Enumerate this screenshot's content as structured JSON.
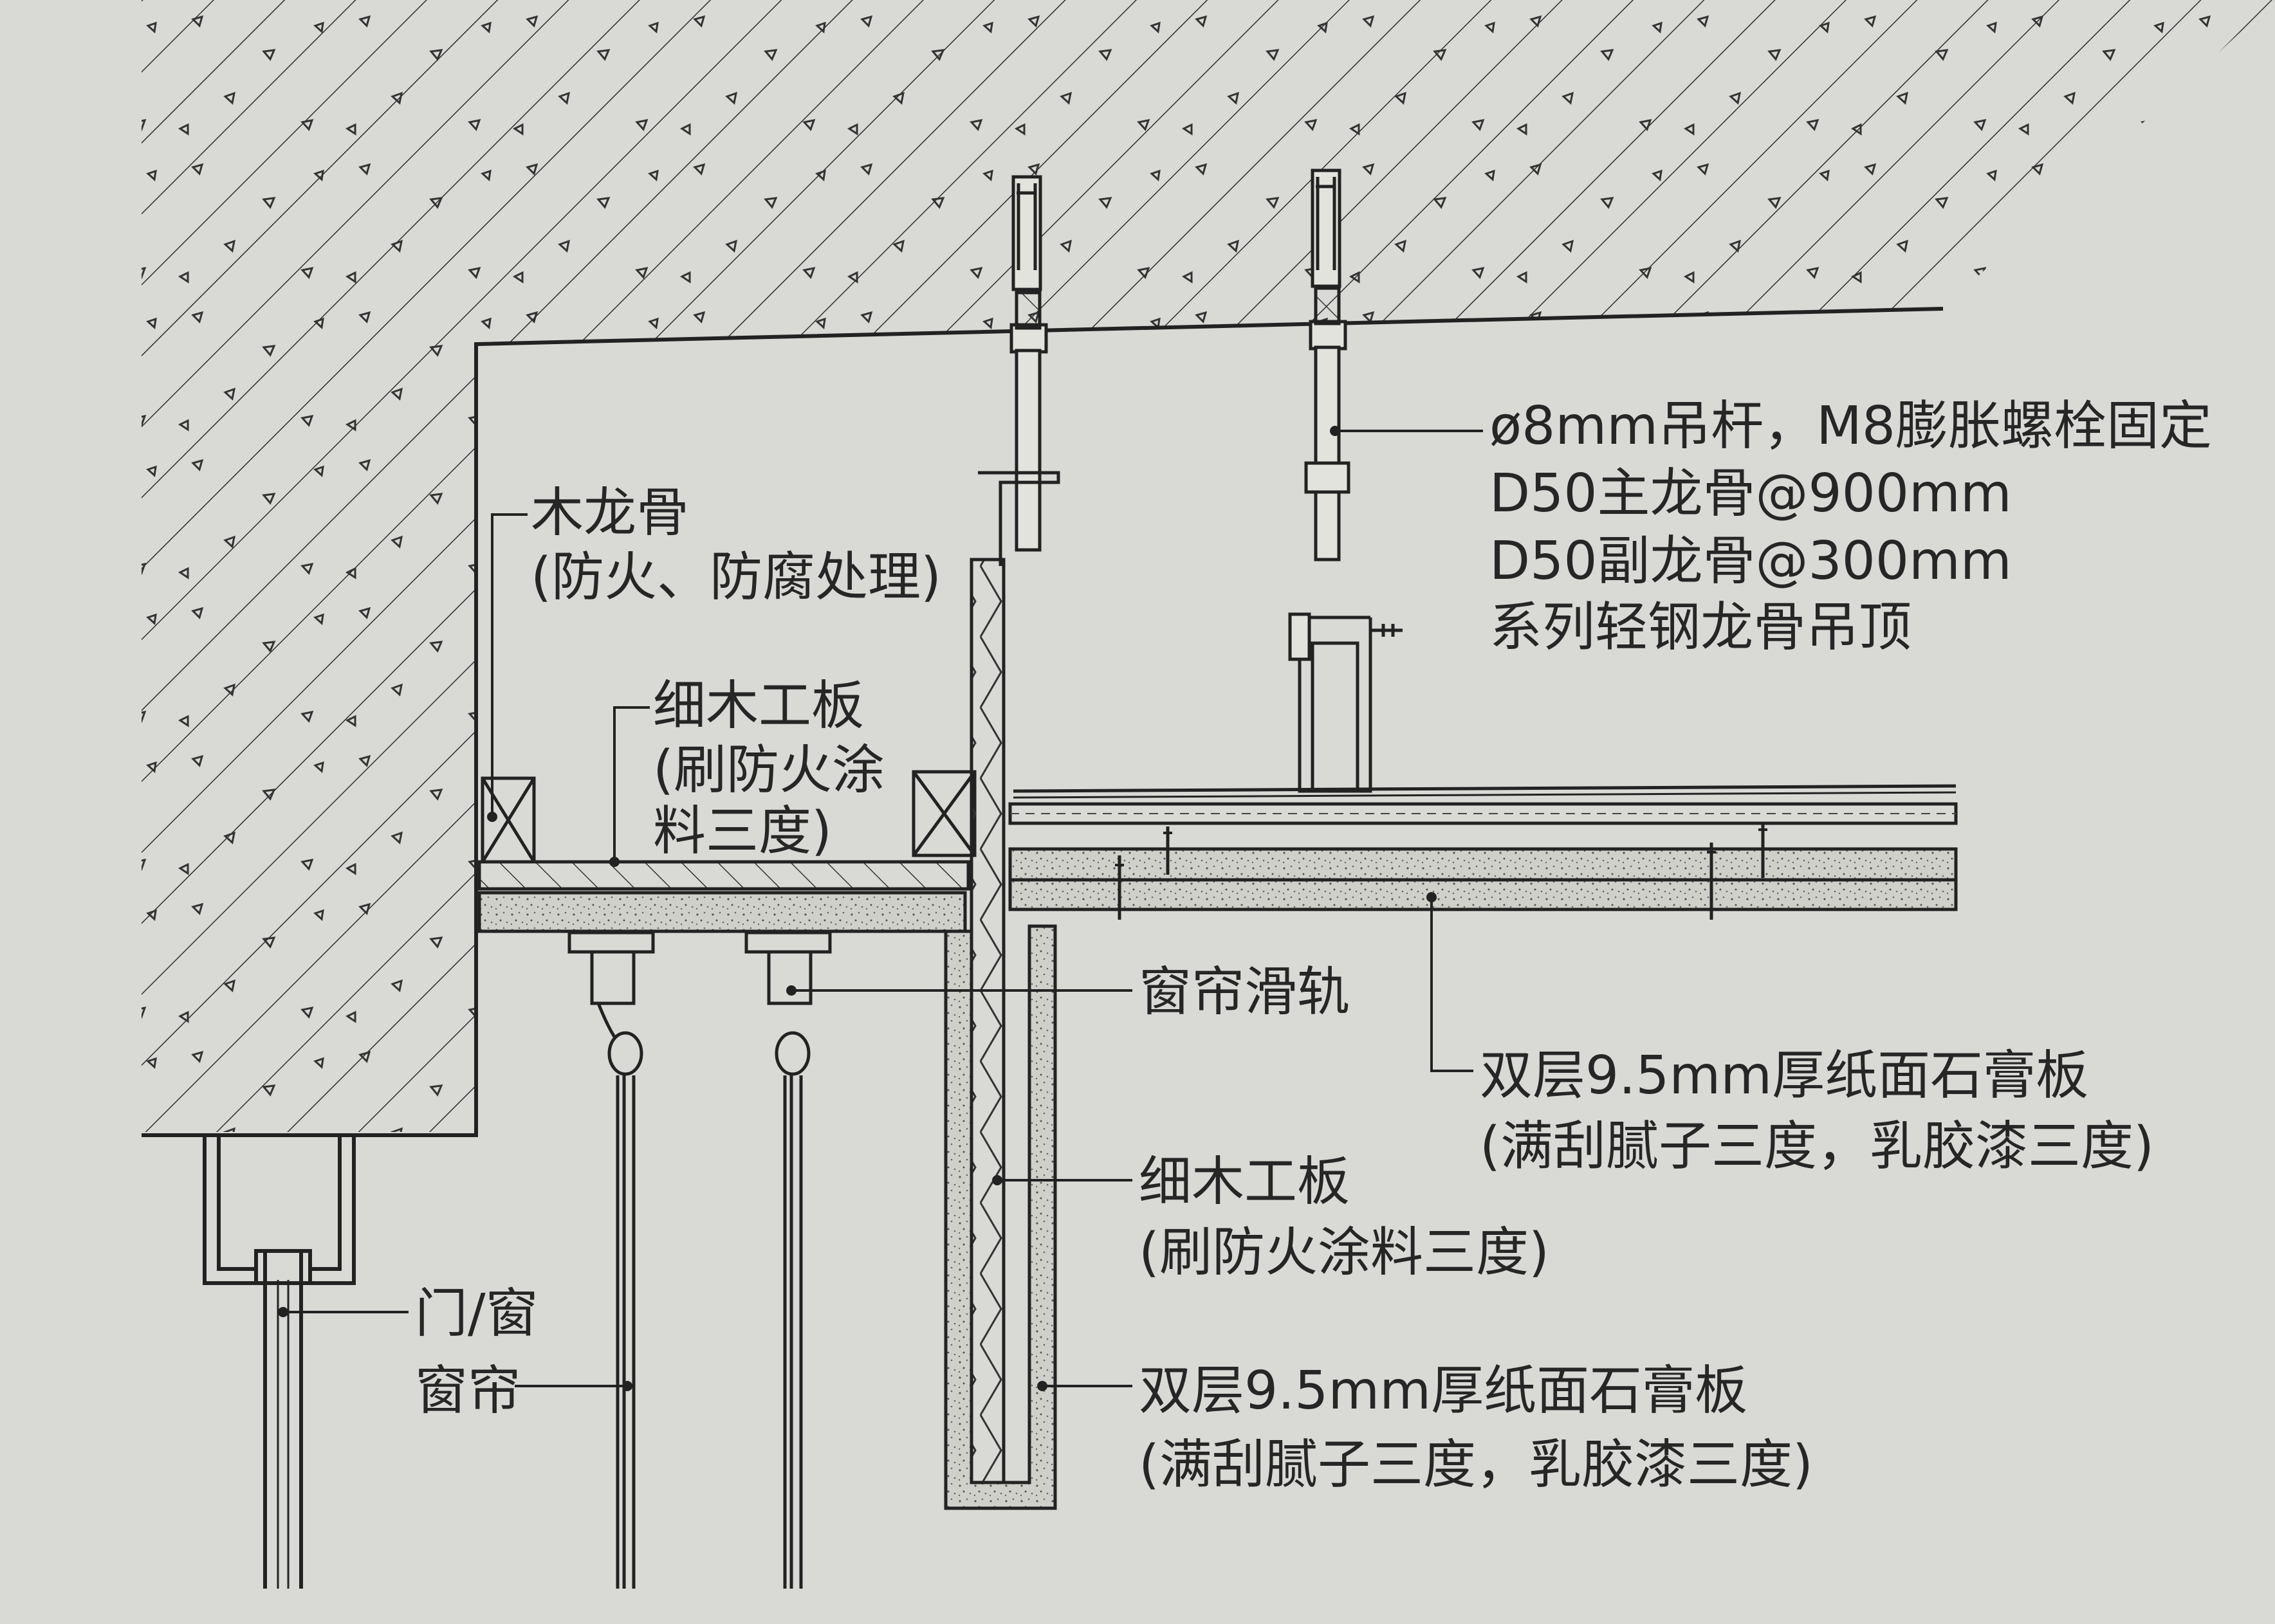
{
  "labels": {
    "suspension_rod": "ø8mm吊杆，M8膨胀螺栓固定",
    "main_keel": "D50主龙骨@900mm",
    "sub_keel": "D50副龙骨@300mm",
    "light_steel_ceiling": "系列轻钢龙骨吊顶",
    "wood_keel": "木龙骨",
    "wood_keel_note": "(防火、防腐处理)",
    "blockboard_top": "细木工板",
    "blockboard_top_note_1": "(刷防火涂",
    "blockboard_top_note_2": "料三度)",
    "curtain_track": "窗帘滑轨",
    "gypsum_top": "双层9.5mm厚纸面石膏板",
    "gypsum_top_note": "(满刮腻子三度，乳胶漆三度)",
    "blockboard_side": "细木工板",
    "blockboard_side_note": "(刷防火涂料三度)",
    "gypsum_side": "双层9.5mm厚纸面石膏板",
    "gypsum_side_note": "(满刮腻子三度，乳胶漆三度)",
    "door_window": "门/窗",
    "curtain": "窗帘"
  },
  "colors": {
    "paper": "#d9dad6",
    "ink": "#262626",
    "gypsum_fill": "#c9cac4"
  }
}
